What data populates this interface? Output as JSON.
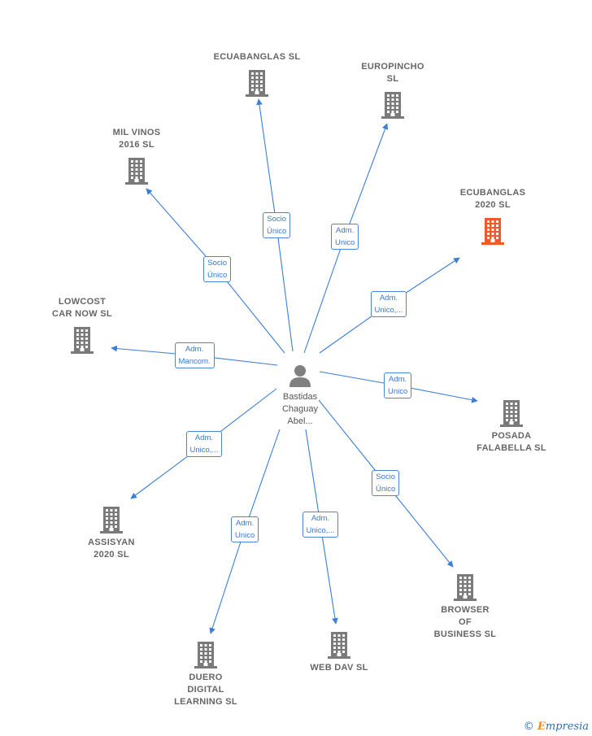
{
  "center": {
    "name": "Bastidas\nChaguay\nAbel..."
  },
  "companies": [
    {
      "id": "ecuabanglas",
      "name": "ECUABANGLAS SL",
      "highlight": false
    },
    {
      "id": "europincho",
      "name": "EUROPINCHO\nSL",
      "highlight": false
    },
    {
      "id": "milvinos",
      "name": "MIL VINOS\n2016  SL",
      "highlight": false
    },
    {
      "id": "ecubanglas2020",
      "name": "ECUBANGLAS\n2020  SL",
      "highlight": true
    },
    {
      "id": "lowcost",
      "name": "LOWCOST\nCAR NOW  SL",
      "highlight": false
    },
    {
      "id": "posada",
      "name": "POSADA\nFALABELLA  SL",
      "highlight": false
    },
    {
      "id": "assisyan",
      "name": "ASSISYAN\n2020  SL",
      "highlight": false
    },
    {
      "id": "browser",
      "name": "BROWSER\nOF\nBUSINESS SL",
      "highlight": false
    },
    {
      "id": "duero",
      "name": "DUERO\nDIGITAL\nLEARNING  SL",
      "highlight": false
    },
    {
      "id": "webdav",
      "name": "WEB DAV  SL",
      "highlight": false
    }
  ],
  "relations": [
    {
      "to": "ecuabanglas",
      "label": "Socio\nÚnico"
    },
    {
      "to": "europincho",
      "label": "Adm.\nUnico"
    },
    {
      "to": "milvinos",
      "label": "Socio\nÚnico"
    },
    {
      "to": "ecubanglas2020",
      "label": "Adm.\nUnico,..."
    },
    {
      "to": "lowcost",
      "label": "Adm.\nMancom."
    },
    {
      "to": "posada",
      "label": "Adm.\nUnico"
    },
    {
      "to": "assisyan",
      "label": "Adm.\nUnico,..."
    },
    {
      "to": "browser",
      "label": "Socio\nÚnico"
    },
    {
      "to": "duero",
      "label": "Adm.\nUnico"
    },
    {
      "to": "webdav",
      "label": "Adm.\nUnico,..."
    }
  ],
  "colors": {
    "edge": "#3b7fd9",
    "building": "#7a7a7a",
    "building_highlight": "#f05a28",
    "person": "#808080"
  },
  "brand": {
    "copyright": "©",
    "initial": "E",
    "rest": "mpresia"
  }
}
